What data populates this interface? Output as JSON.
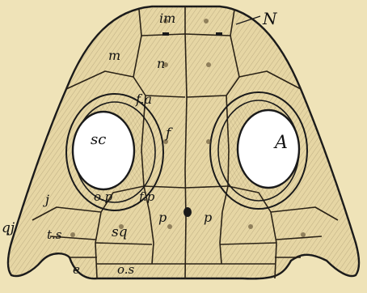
{
  "figure": {
    "background_color": "#efe3b8",
    "ink_color": "#1a1a1a",
    "plate_color": "#e6d6a4"
  },
  "labels": {
    "im": "im",
    "N": "N",
    "m": "m",
    "n": "n",
    "fa": "f.a",
    "sc": "sc",
    "f": "f",
    "A": "A",
    "j": "j",
    "op": "o.p",
    "fp": "f.p",
    "p": "p",
    "p2": "p",
    "qj": "qj",
    "ts": "t.s",
    "sq": "sq",
    "e": "e",
    "os": "o.s"
  }
}
